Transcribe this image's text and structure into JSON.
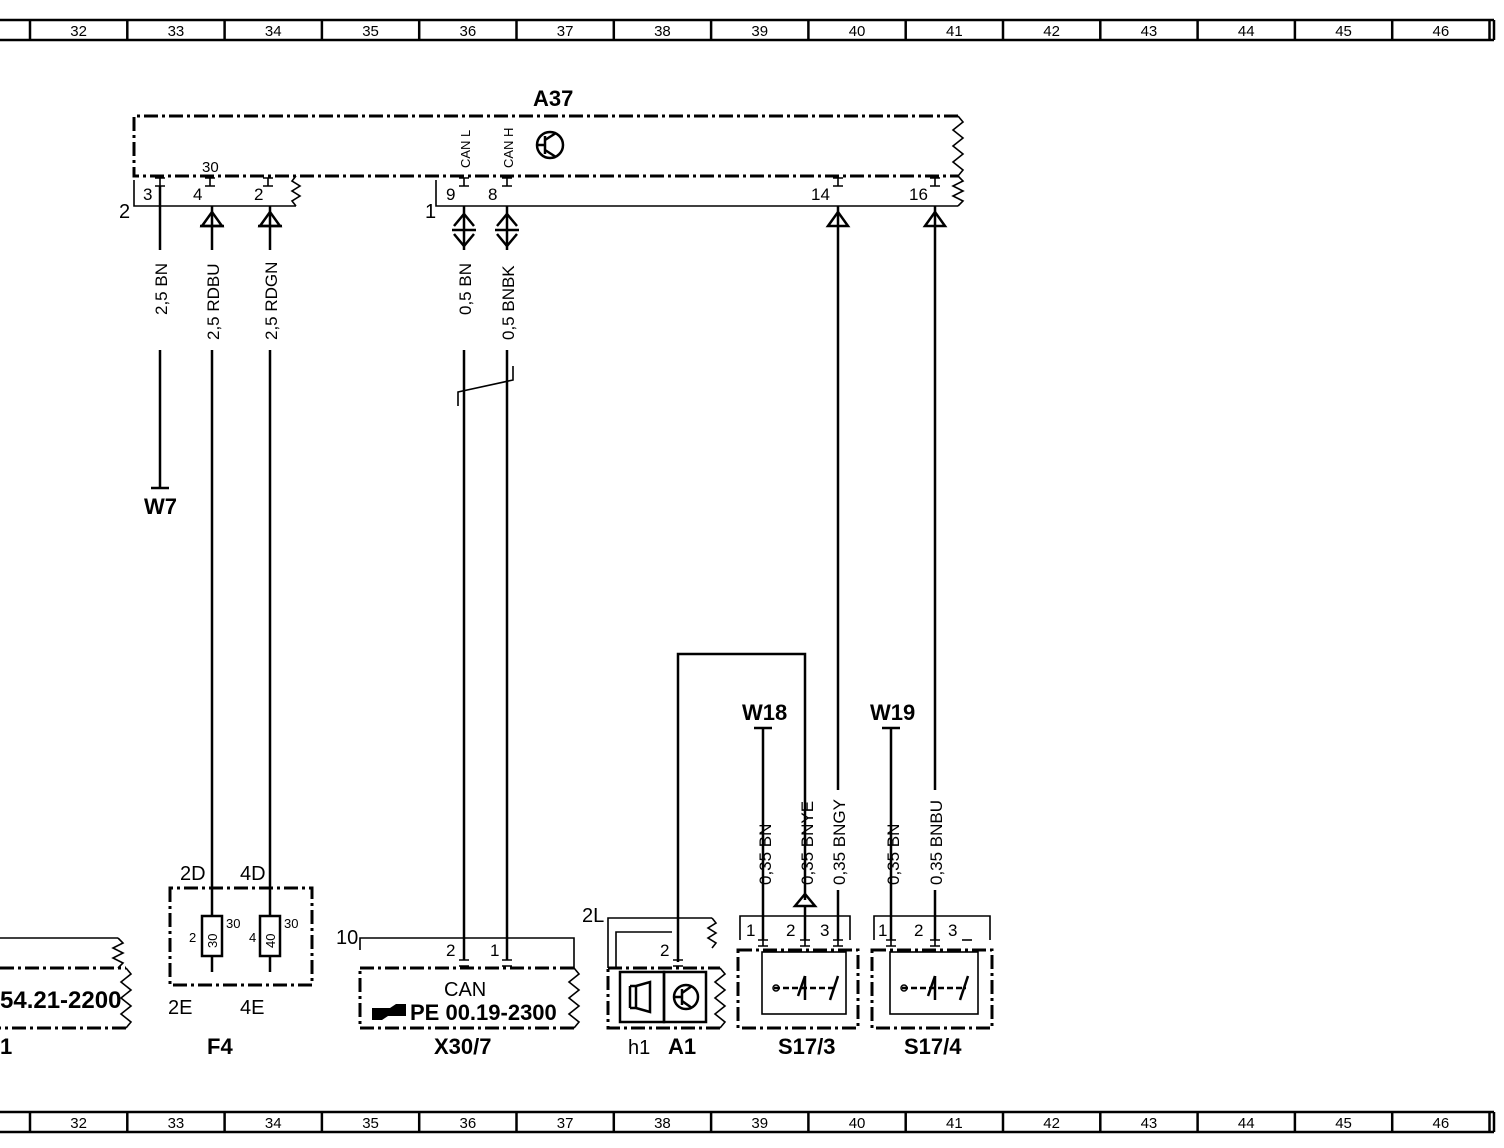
{
  "grid_columns": [
    "32",
    "33",
    "34",
    "35",
    "36",
    "37",
    "38",
    "39",
    "40",
    "41",
    "42",
    "43",
    "44",
    "45",
    "46"
  ],
  "modules": {
    "A37": {
      "label": "A37",
      "connector_left": "2",
      "connector_right": "1",
      "pins": {
        "p3": "3",
        "p4": "4",
        "p30": "30",
        "p2": "2",
        "p9": "9",
        "p8": "8",
        "p14": "14",
        "p16": "16"
      },
      "can_l": "CAN L",
      "can_h": "CAN H"
    },
    "W7": "W7",
    "W18": "W18",
    "W19": "W19",
    "F4": {
      "label": "F4",
      "f2d": "2D",
      "f4d": "4D",
      "f2e": "2E",
      "f4e": "4E",
      "fuse1_val": "30",
      "fuse2_val": "40",
      "pin2": "2",
      "pin30a": "30",
      "pin4": "4",
      "pin30b": "30"
    },
    "X30_7": {
      "label": "X30/7",
      "pin10": "10",
      "pin2": "2",
      "pin1": "1",
      "can": "CAN",
      "ref": "PE  00.19-2300"
    },
    "left_ref": {
      "text": "54.21-2200",
      "label": "1"
    },
    "A1": {
      "label": "A1",
      "h1": "h1",
      "pin2L": "2L",
      "pin2": "2"
    },
    "S17_3": {
      "label": "S17/3",
      "p1": "1",
      "p2": "2",
      "p3": "3"
    },
    "S17_4": {
      "label": "S17/4",
      "p1": "1",
      "p2": "2",
      "p3": "3"
    }
  },
  "wires": {
    "w1": "2,5  BN",
    "w2": "2,5  RDBU",
    "w3": "2,5  RDGN",
    "w4": "0,5  BN",
    "w5": "0,5  BNBK",
    "w6": "0,35  BN",
    "w7": "0,35  BNYE",
    "w8": "0,35  BNGY",
    "w9": "0,35  BN",
    "w10": "0,35  BNBU"
  }
}
